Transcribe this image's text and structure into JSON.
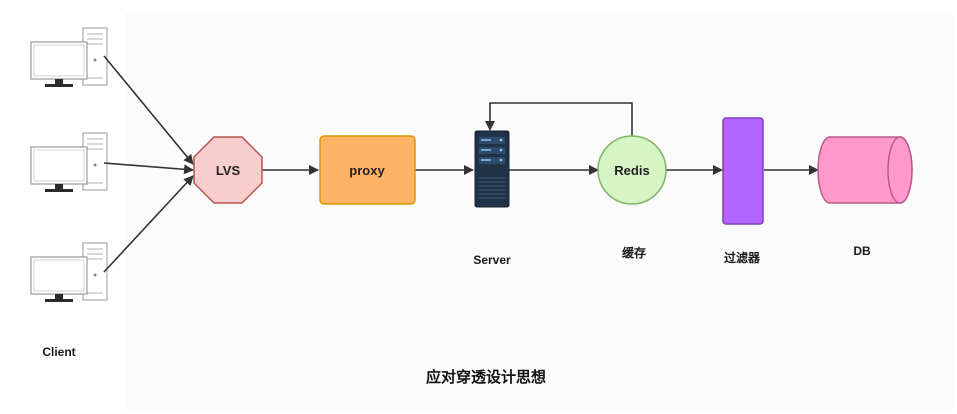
{
  "nodes": {
    "lvs": "LVS",
    "proxy": "proxy",
    "redis": "Redis"
  },
  "labels": {
    "client": "Client",
    "server": "Server",
    "cache": "缓存",
    "filter": "过滤器",
    "db": "DB"
  },
  "caption": "应对穿透设计思想",
  "colors": {
    "lvs_fill": "#f8cecc",
    "lvs_stroke": "#b85450",
    "proxy_fill": "#ffb366",
    "proxy_stroke": "#d79b00",
    "redis_fill": "#d5f5c4",
    "redis_stroke": "#82b366",
    "filter_fill": "#b266ff",
    "filter_stroke": "#7f3fbf",
    "db_fill": "#ff99cc",
    "db_stroke": "#b85c8a",
    "server_body": "#1f3247",
    "edge": "#333333"
  },
  "icons": {
    "client_computer": "desktop-computer-icon",
    "server": "server-rack-icon"
  }
}
